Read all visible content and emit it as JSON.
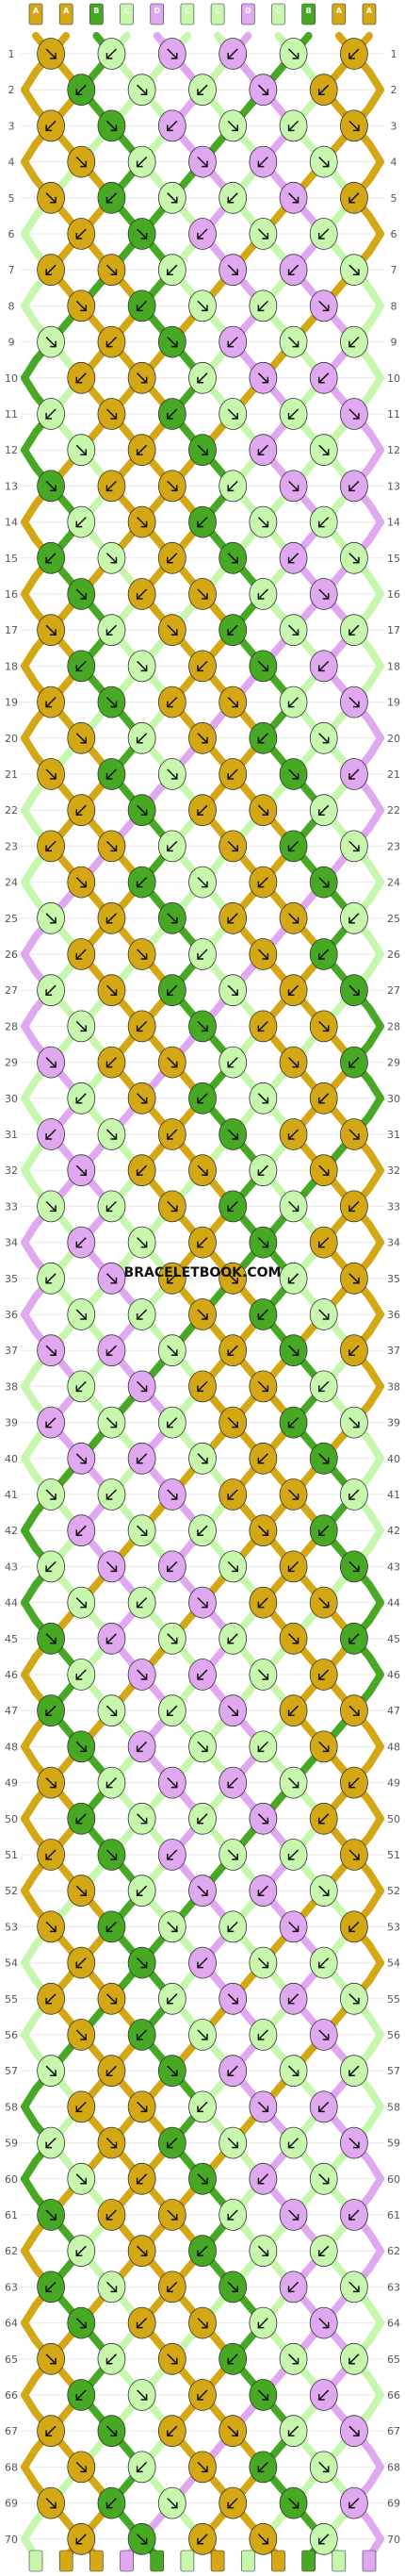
{
  "watermark": "BRACELETBOOK.COM",
  "colors": {
    "A": "#d4a814",
    "B": "#47a824",
    "C": "#c6f7ad",
    "D": "#e0a8f0",
    "E": "#9b10d4",
    "bg": "#ffffff",
    "grid": "#e8e8e8"
  },
  "strings": [
    "A",
    "A",
    "B",
    "C",
    "D",
    "C",
    "C",
    "D",
    "C",
    "B",
    "A",
    "A"
  ],
  "rows": [
    "1",
    "2",
    "3",
    "4",
    "5",
    "6",
    "7",
    "8",
    "9",
    "10",
    "11",
    "12",
    "13",
    "14",
    "15",
    "16",
    "17",
    "18",
    "19",
    "20",
    "21",
    "22",
    "23",
    "24",
    "25",
    "26",
    "27",
    "28",
    "29",
    "30",
    "31",
    "32",
    "33",
    "34",
    "35",
    "36",
    "37",
    "38",
    "39",
    "40",
    "41",
    "42",
    "43",
    "44",
    "45",
    "46",
    "47",
    "48",
    "49",
    "50",
    "51",
    "52",
    "53",
    "54",
    "55",
    "56",
    "57",
    "58",
    "59",
    "60",
    "61",
    "62",
    "63",
    "64",
    "65",
    "66",
    "67",
    "68",
    "69",
    "70"
  ]
}
